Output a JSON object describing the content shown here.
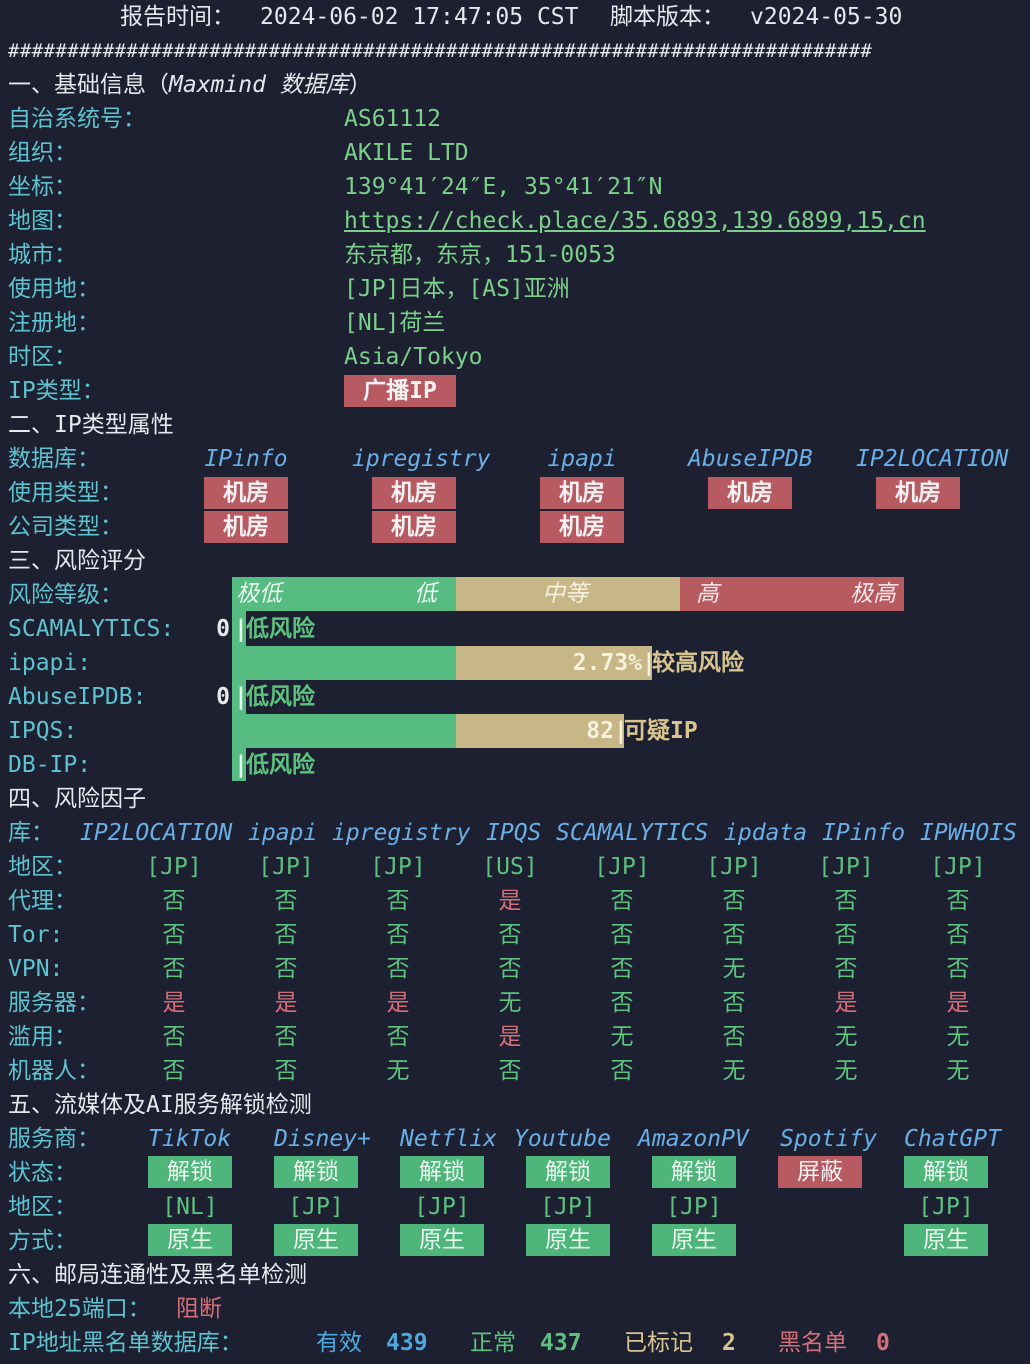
{
  "header": {
    "time_label": "报告时间：",
    "time": "2024-06-02 17:47:05 CST",
    "ver_label": "脚本版本：",
    "ver": "v2024-05-30"
  },
  "separator": "#########################################################################",
  "s1": {
    "title": "一、基础信息（",
    "title_it": "Maxmind 数据库",
    "title_end": "）",
    "rows": [
      {
        "k": "自治系统号：",
        "v": "AS61112"
      },
      {
        "k": "组织：",
        "v": "AKILE LTD"
      },
      {
        "k": "坐标：",
        "v": "139°41′24″E, 35°41′21″N"
      },
      {
        "k": "地图：",
        "v": "https://check.place/35.6893,139.6899,15,cn"
      },
      {
        "k": "城市：",
        "v": "东京都，东京，151-0053"
      },
      {
        "k": "使用地：",
        "v": "[JP]日本，[AS]亚洲"
      },
      {
        "k": "注册地：",
        "v": "[NL]荷兰"
      },
      {
        "k": "时区：",
        "v": "Asia/Tokyo"
      },
      {
        "k": "IP类型：",
        "v": "广播IP"
      }
    ]
  },
  "s2": {
    "title": "二、IP类型属性",
    "db_label": "数据库：",
    "use_label": "使用类型：",
    "corp_label": "公司类型：",
    "dbs": [
      "IPinfo",
      "ipregistry",
      "ipapi",
      "AbuseIPDB",
      "IP2LOCATION"
    ],
    "use": [
      "机房",
      "机房",
      "机房",
      "机房",
      "机房"
    ],
    "corp": [
      "机房",
      "机房",
      "机房"
    ]
  },
  "s3": {
    "title": "三、风险评分",
    "level_label": "风险等级：",
    "scale": {
      "vlow": "极低",
      "low": "低",
      "mid": "中等",
      "high": "高",
      "vhigh": "极高"
    },
    "rows": [
      {
        "k": "SCAMALYTICS:",
        "score": "0",
        "sep": "|",
        "verdict": "低风险",
        "fraction": 0
      },
      {
        "k": "ipapi:",
        "score": "2.73%",
        "sep": "|",
        "verdict": "较高风险",
        "fraction": 0.42
      },
      {
        "k": "AbuseIPDB:",
        "score": "0",
        "sep": "|",
        "verdict": "低风险",
        "fraction": 0
      },
      {
        "k": "IPQS:",
        "score": "82",
        "sep": "|",
        "verdict": "可疑IP",
        "fraction": 0.82
      },
      {
        "k": "DB-IP:",
        "score": "",
        "sep": "|",
        "verdict": "低风险",
        "fraction": 0
      }
    ]
  },
  "s4": {
    "title": "四、风险因子",
    "lib_label": "库：",
    "libs": [
      "IP2LOCATION",
      "ipapi",
      "ipregistry",
      "IPQS",
      "SCAMALYTICS",
      "ipdata",
      "IPinfo",
      "IPWHOIS"
    ],
    "rows": [
      {
        "k": "地区：",
        "v": [
          "[JP]",
          "[JP]",
          "[JP]",
          "[US]",
          "[JP]",
          "[JP]",
          "[JP]",
          "[JP]"
        ]
      },
      {
        "k": "代理：",
        "v": [
          "否",
          "否",
          "否",
          "是",
          "否",
          "否",
          "否",
          "否"
        ]
      },
      {
        "k": "Tor:",
        "v": [
          "否",
          "否",
          "否",
          "否",
          "否",
          "否",
          "否",
          "否"
        ]
      },
      {
        "k": "VPN:",
        "v": [
          "否",
          "否",
          "否",
          "否",
          "否",
          "无",
          "否",
          "否"
        ]
      },
      {
        "k": "服务器：",
        "v": [
          "是",
          "是",
          "是",
          "无",
          "否",
          "否",
          "是",
          "是"
        ]
      },
      {
        "k": "滥用：",
        "v": [
          "否",
          "否",
          "否",
          "是",
          "无",
          "否",
          "无",
          "无"
        ]
      },
      {
        "k": "机器人：",
        "v": [
          "否",
          "否",
          "无",
          "否",
          "否",
          "无",
          "无",
          "无"
        ]
      }
    ]
  },
  "s5": {
    "title": "五、流媒体及AI服务解锁检测",
    "svc_label": "服务商：",
    "state_label": "状态：",
    "region_label": "地区：",
    "mode_label": "方式：",
    "services": [
      "TikTok",
      "Disney+",
      "Netflix",
      "Youtube",
      "AmazonPV",
      "Spotify",
      "ChatGPT"
    ],
    "state": [
      "解锁",
      "解锁",
      "解锁",
      "解锁",
      "解锁",
      "屏蔽",
      "解锁"
    ],
    "region": [
      "[NL]",
      "[JP]",
      "[JP]",
      "[JP]",
      "[JP]",
      "",
      "[JP]"
    ],
    "mode": [
      "原生",
      "原生",
      "原生",
      "原生",
      "原生",
      "",
      "原生"
    ]
  },
  "s6": {
    "title": "六、邮局连通性及黑名单检测",
    "port_label": "本地25端口：",
    "port": "阻断",
    "bl_label": "IP地址黑名单数据库：",
    "valid_l": "有效",
    "valid": "439",
    "normal_l": "正常",
    "normal": "437",
    "marked_l": "已标记",
    "marked": "2",
    "black_l": "黑名单",
    "black": "0"
  },
  "colors": {
    "bg": "#1d2030",
    "cyan": "#5ec3cf",
    "green": "#5cc27e",
    "red": "#d36f78",
    "badge_red": "#b85a62",
    "badge_green": "#55b87c",
    "tan": "#c7b686"
  }
}
